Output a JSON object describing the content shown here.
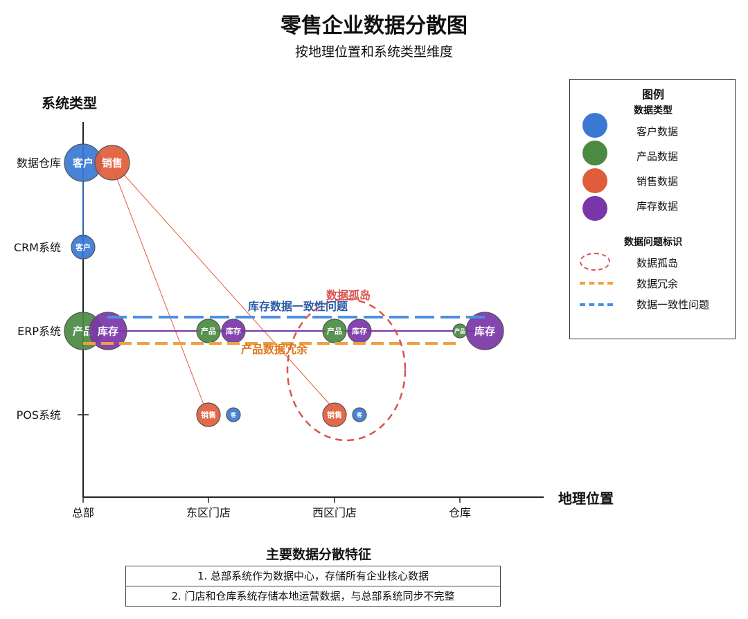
{
  "title": "零售企业数据分散图",
  "subtitle": "按地理位置和系统类型维度",
  "chart_data": {
    "type": "scatter",
    "xlabel": "地理位置",
    "ylabel": "系统类型",
    "x_categories": [
      "总部",
      "东区门店",
      "西区门店",
      "仓库"
    ],
    "y_categories": [
      "数据仓库",
      "CRM系统",
      "ERP系统",
      "POS系统"
    ],
    "points": [
      {
        "x": "总部",
        "y": "数据仓库",
        "type": "客户数据",
        "label": "客户",
        "size": 5
      },
      {
        "x": "总部",
        "y": "数据仓库",
        "type": "销售数据",
        "label": "销售",
        "size": 4
      },
      {
        "x": "总部",
        "y": "CRM系统",
        "type": "客户数据",
        "label": "客户",
        "size": 3
      },
      {
        "x": "总部",
        "y": "ERP系统",
        "type": "产品数据",
        "label": "产品",
        "size": 5
      },
      {
        "x": "总部",
        "y": "ERP系统",
        "type": "库存数据",
        "label": "库存",
        "size": 5
      },
      {
        "x": "东区门店",
        "y": "ERP系统",
        "type": "产品数据",
        "label": "产品",
        "size": 3
      },
      {
        "x": "东区门店",
        "y": "ERP系统",
        "type": "库存数据",
        "label": "库存",
        "size": 3
      },
      {
        "x": "东区门店",
        "y": "POS系统",
        "type": "销售数据",
        "label": "销售",
        "size": 3
      },
      {
        "x": "东区门店",
        "y": "POS系统",
        "type": "客户数据",
        "label": "客",
        "size": 1
      },
      {
        "x": "西区门店",
        "y": "ERP系统",
        "type": "产品数据",
        "label": "产品",
        "size": 3
      },
      {
        "x": "西区门店",
        "y": "ERP系统",
        "type": "库存数据",
        "label": "库存",
        "size": 3
      },
      {
        "x": "西区门店",
        "y": "POS系统",
        "type": "销售数据",
        "label": "销售",
        "size": 3
      },
      {
        "x": "西区门店",
        "y": "POS系统",
        "type": "客户数据",
        "label": "客",
        "size": 1
      },
      {
        "x": "仓库",
        "y": "ERP系统",
        "type": "产品数据",
        "label": "产品",
        "size": 1
      },
      {
        "x": "仓库",
        "y": "ERP系统",
        "type": "库存数据",
        "label": "库存",
        "size": 5
      }
    ],
    "annotations": [
      {
        "text": "数据孤岛",
        "kind": "数据孤岛"
      },
      {
        "text": "库存数据一致性问题",
        "kind": "数据一致性问题"
      },
      {
        "text": "产品数据冗余",
        "kind": "数据冗余"
      }
    ]
  },
  "colors": {
    "客户数据": "#3a78d4",
    "产品数据": "#4a8a42",
    "销售数据": "#e05c3a",
    "库存数据": "#7a35a8",
    "silo": "#d9534f",
    "redundancy": "#f0a040",
    "consistency": "#4a90e2"
  },
  "legend": {
    "title": "图例",
    "section_types": "数据类型",
    "types": [
      "客户数据",
      "产品数据",
      "销售数据",
      "库存数据"
    ],
    "section_issues": "数据问题标识",
    "issues": [
      "数据孤岛",
      "数据冗余",
      "数据一致性问题"
    ]
  },
  "features": {
    "title": "主要数据分散特征",
    "items": [
      "1. 总部系统作为数据中心，存储所有企业核心数据",
      "2. 门店和仓库系统存储本地运营数据，与总部系统同步不完整"
    ]
  }
}
